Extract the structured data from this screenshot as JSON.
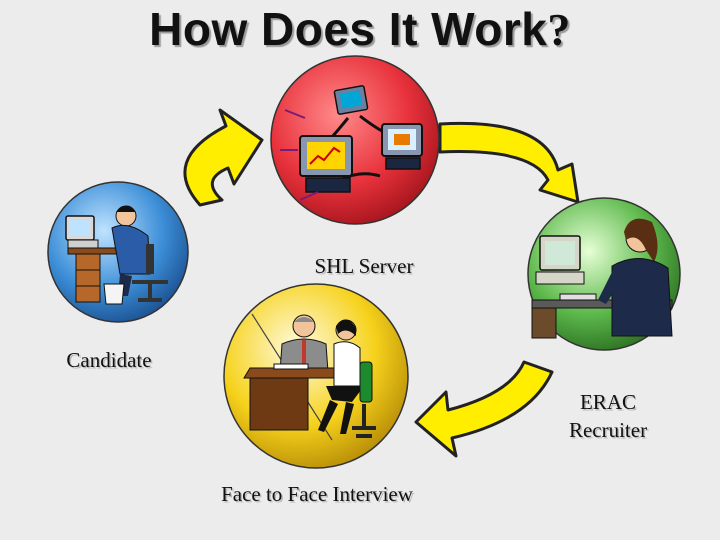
{
  "title": {
    "main": "How Does It Work",
    "mark": "?"
  },
  "nodes": {
    "server": {
      "label": "SHL Server"
    },
    "candidate": {
      "label": "Candidate"
    },
    "recruiter": {
      "line1": "ERAC",
      "line2": "Recruiter"
    },
    "interview": {
      "label": "Face to Face Interview"
    }
  },
  "colors": {
    "background": "#ececec",
    "arrow": "#ffee00",
    "server_circle": "#e8323c",
    "candidate_circle": "#3d8fd8",
    "recruiter_circle": "#5cb84a",
    "interview_circle": "#f6d21c"
  },
  "icons": {
    "server": "networked-computers-icon",
    "candidate": "person-at-computer-icon",
    "recruiter": "person-at-workstation-icon",
    "interview": "interview-meeting-icon"
  }
}
